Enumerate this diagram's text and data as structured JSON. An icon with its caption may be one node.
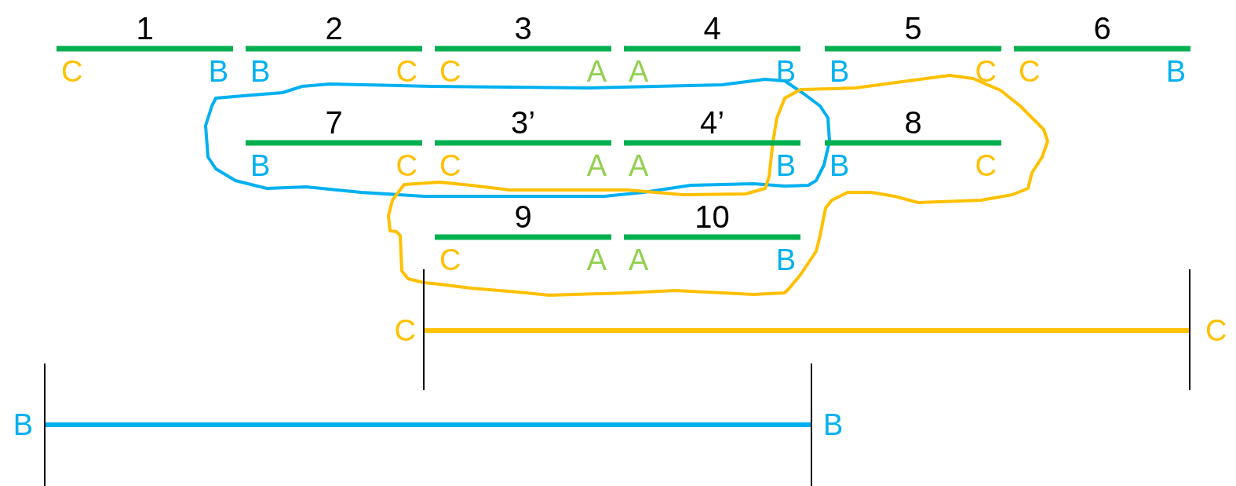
{
  "diagram": {
    "labels": [
      "1",
      "2",
      "3",
      "4",
      "5",
      "6",
      "C",
      "B",
      "B",
      "C",
      "C",
      "A",
      "A",
      "B",
      "B",
      "C",
      "C",
      "B",
      "7",
      "3’",
      "4’",
      "8",
      "B",
      "C",
      "C",
      "A",
      "A",
      "B",
      "B",
      "C",
      "9",
      "10",
      "C",
      "A",
      "A",
      "B",
      "C",
      "C",
      "B",
      "B"
    ]
  }
}
